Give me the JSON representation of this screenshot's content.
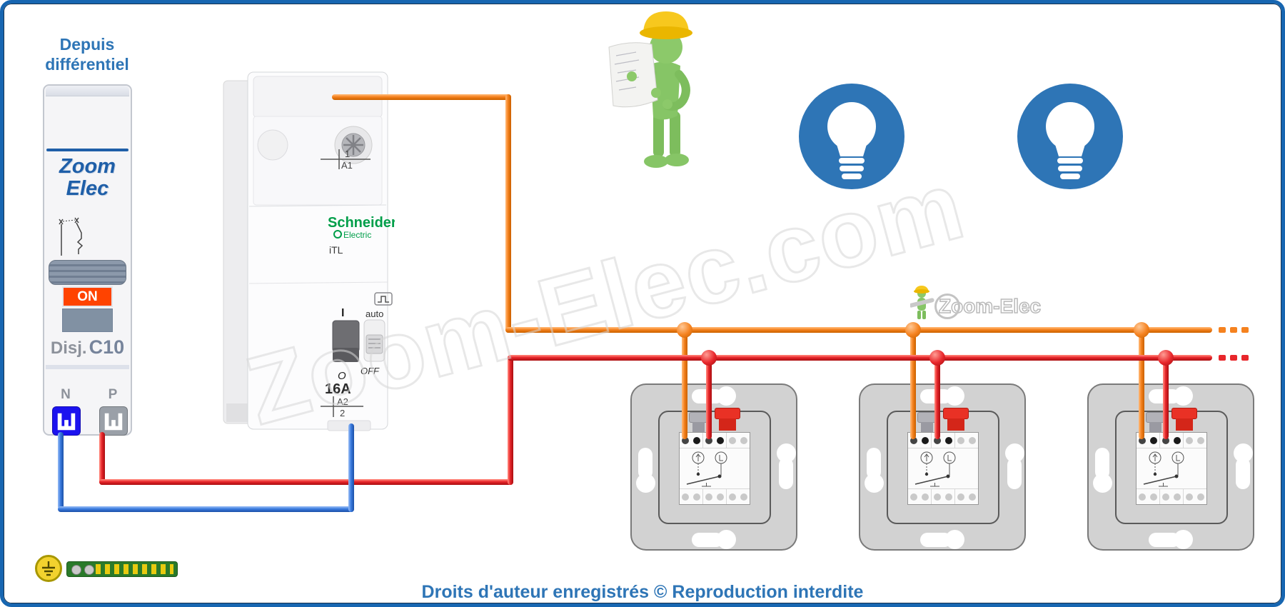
{
  "labels": {
    "depuis_differentiel": "Depuis différentiel"
  },
  "breaker": {
    "brand_line1": "Zoom",
    "brand_line2": "Elec",
    "on_label": "ON",
    "disj_label": "Disj.",
    "rating": "C10",
    "neutral_label": "N",
    "phase_label": "P"
  },
  "relay": {
    "brand": "Schneider",
    "brand_sub": "Electric",
    "model": "iTL",
    "pos_i": "I",
    "pos_o": "O",
    "auto_label": "auto",
    "off_label": "OFF",
    "rating": "16A",
    "term_top_num": "1",
    "term_top_name": "A1",
    "term_bottom_name": "A2",
    "term_bottom_num": "2"
  },
  "push_buttons": {
    "count": 3
  },
  "watermark": {
    "main": "Zoom-Elec.com",
    "logo": "Zoom-Elec"
  },
  "footer": {
    "copyright": "Droits d'auteur enregistrés © Reproduction interdite"
  },
  "colors": {
    "accent_blue": "#2e75b6",
    "frame_blue": "#1766b1",
    "breaker_brand_blue": "#1f5fa8",
    "wire_orange": "#f5821f",
    "wire_red": "#e8262b",
    "wire_blue": "#3b7ce0",
    "schneider_green": "#009e49",
    "on_red": "#ff4300",
    "terminal_blue": "#1b12ef",
    "bulb_blue": "#2e75b6",
    "ground_green": "#2a7a2a",
    "ground_yellow": "#f2d22e"
  }
}
